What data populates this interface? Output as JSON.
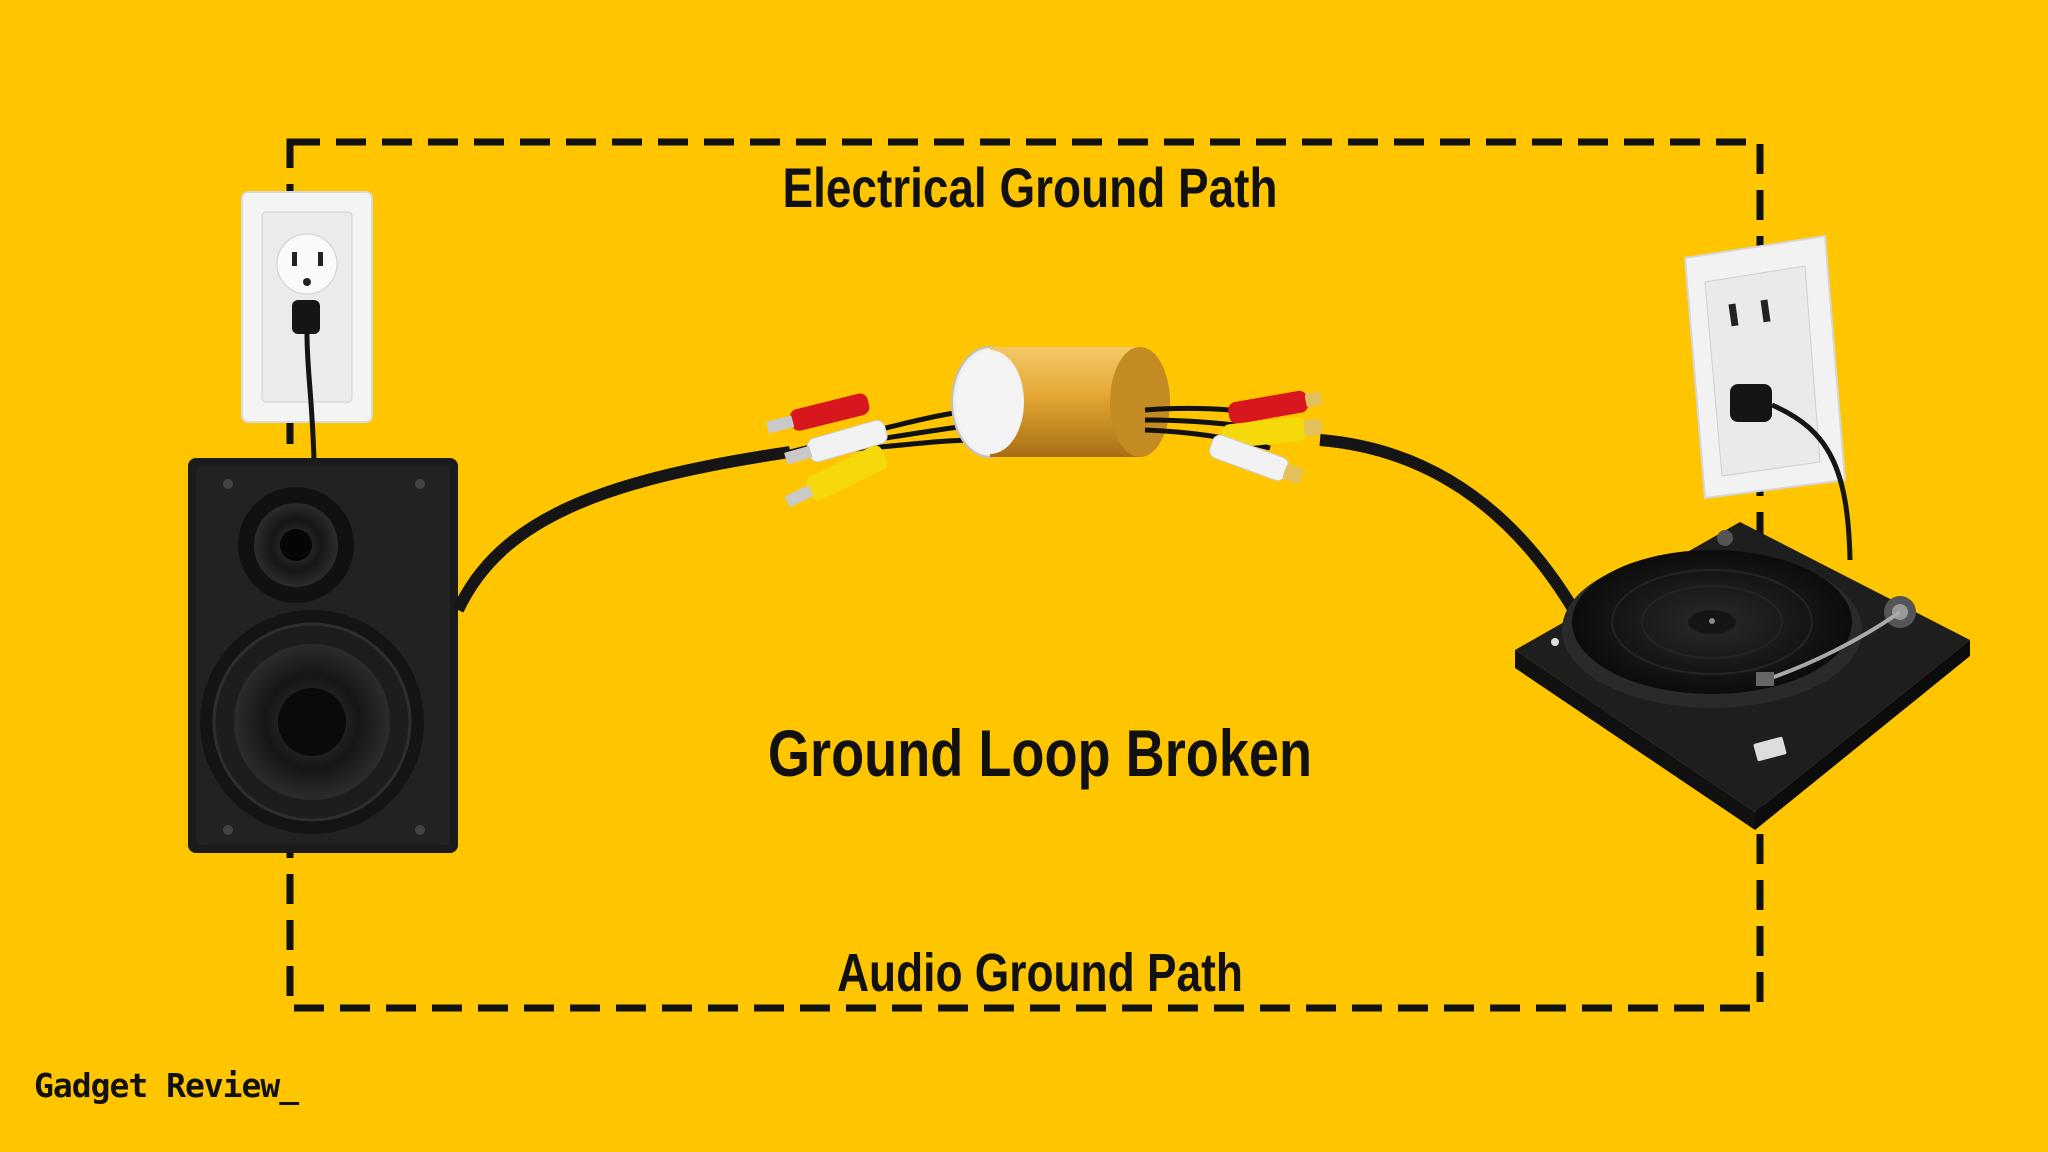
{
  "diagram": {
    "top_label": "Electrical Ground Path",
    "center_label": "Ground Loop Broken",
    "bottom_label": "Audio Ground Path"
  },
  "brand": {
    "logo_text": "Gadget Review_"
  },
  "colors": {
    "background": "#FFC600",
    "path_line": "#111111",
    "rca_red": "#D7161E",
    "rca_white": "#F2F2F2",
    "rca_yellow": "#F5D90A",
    "isolator": "#E0A42A"
  },
  "icons": [
    "wall-outlet-icon",
    "bookshelf-speaker-icon",
    "rca-cable-icon",
    "ground-loop-isolator-icon",
    "turntable-icon"
  ]
}
